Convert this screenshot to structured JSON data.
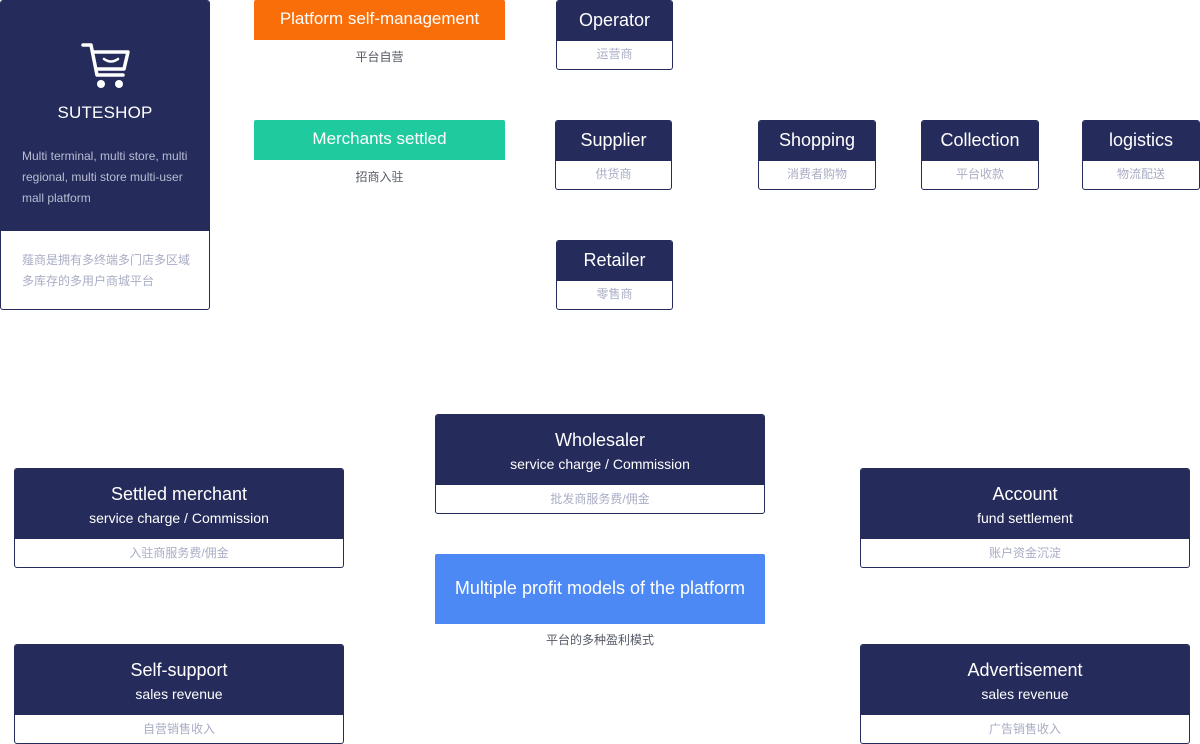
{
  "brand": {
    "name": "SUTESHOP",
    "description": "Multi terminal, multi store, multi regional, multi store multi-user mall platform",
    "description_cn": "薤商是拥有多终端多门店多区域多库存的多用户商城平台",
    "icon": "shopping-cart-icon"
  },
  "models": [
    {
      "label": "Platform self-management",
      "caption": "平台自营",
      "color": "#fa6e0a"
    },
    {
      "label": "Merchants settled",
      "caption": "招商入驻",
      "color": "#1fcb9e"
    }
  ],
  "roles": {
    "operator": {
      "title": "Operator",
      "subtitle": "运营商"
    },
    "supplier": {
      "title": "Supplier",
      "subtitle": "供货商"
    },
    "retailer": {
      "title": "Retailer",
      "subtitle": "零售商"
    },
    "shopping": {
      "title": "Shopping",
      "subtitle": "消费者购物"
    },
    "collection": {
      "title": "Collection",
      "subtitle": "平台收款"
    },
    "logistics": {
      "title": "logistics",
      "subtitle": "物流配送"
    }
  },
  "profit": {
    "center_label": "Multiple profit models of the platform",
    "center_caption": "平台的多种盈利模式",
    "center_color": "#4d89f5",
    "wholesaler": {
      "title": "Wholesaler",
      "subtitle": "service charge / Commission",
      "cn": "批发商服务费/佣金"
    },
    "settled_merchant": {
      "title": "Settled merchant",
      "subtitle": "service charge / Commission",
      "cn": "入驻商服务费/佣金"
    },
    "account": {
      "title": "Account",
      "subtitle": "fund settlement",
      "cn": "账户资金沉淀"
    },
    "self_support": {
      "title": "Self-support",
      "subtitle": "sales revenue",
      "cn": "自营销售收入"
    },
    "advertisement": {
      "title": "Advertisement",
      "subtitle": "sales revenue",
      "cn": "广告销售收入"
    }
  },
  "colors": {
    "navy": "#252b5a",
    "orange": "#fa6e0a",
    "green": "#1fcb9e",
    "blue": "#4d89f5"
  }
}
